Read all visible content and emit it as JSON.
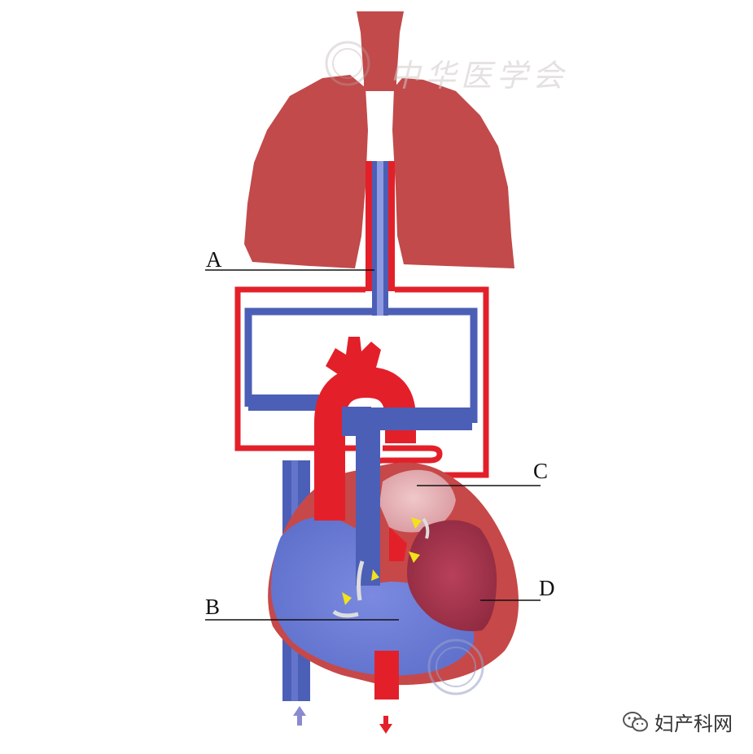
{
  "labels": {
    "a": "A",
    "b": "B",
    "c": "C",
    "d": "D"
  },
  "watermark": {
    "text": "中华医学会"
  },
  "brand": {
    "text": "妇产科网",
    "icon": "wechat-icon"
  },
  "colors": {
    "lung": "#c24a4a",
    "artery_red": "#e3202a",
    "vein_blue": "#4c5fb6",
    "heart_wall": "#c74848",
    "left_ventricle": "#a8344a",
    "left_atrium": "#e3b4b8",
    "right_chamber": "#6f7fd6",
    "valve_arrow": "#f2e21a",
    "flow_arrow_in": "#8a8ad0"
  }
}
